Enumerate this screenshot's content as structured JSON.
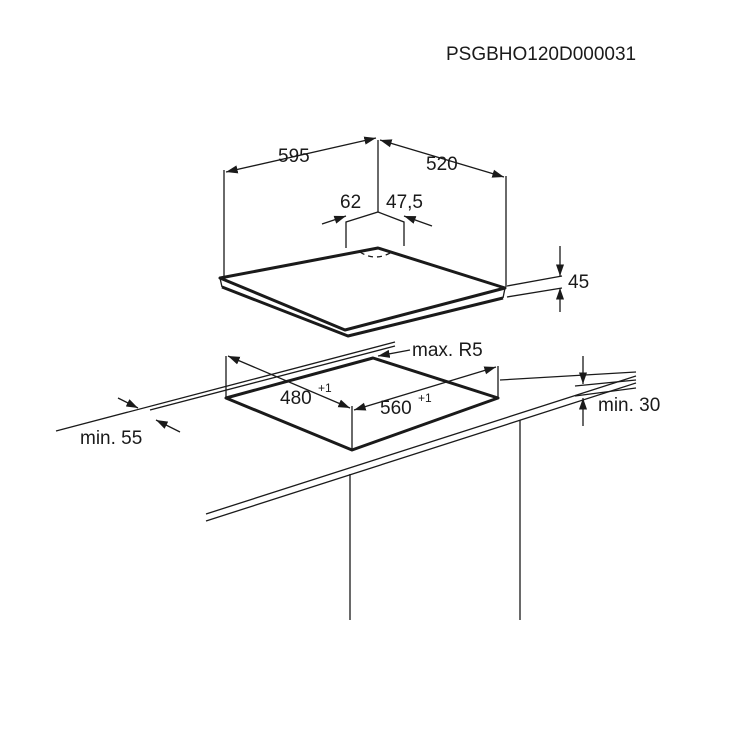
{
  "diagram": {
    "code": "PSGBHO120D000031",
    "dim_width": "595",
    "dim_depth": "520",
    "dim_left_offset": "62",
    "dim_right_offset": "47,5",
    "dim_height": "45",
    "dim_cutout_radius": "max. R5",
    "dim_cutout_depth": "480",
    "dim_cutout_depth_tol": "+1",
    "dim_cutout_width": "560",
    "dim_cutout_width_tol": "+1",
    "dim_min_front": "min. 55",
    "dim_min_wall": "min. 30"
  }
}
